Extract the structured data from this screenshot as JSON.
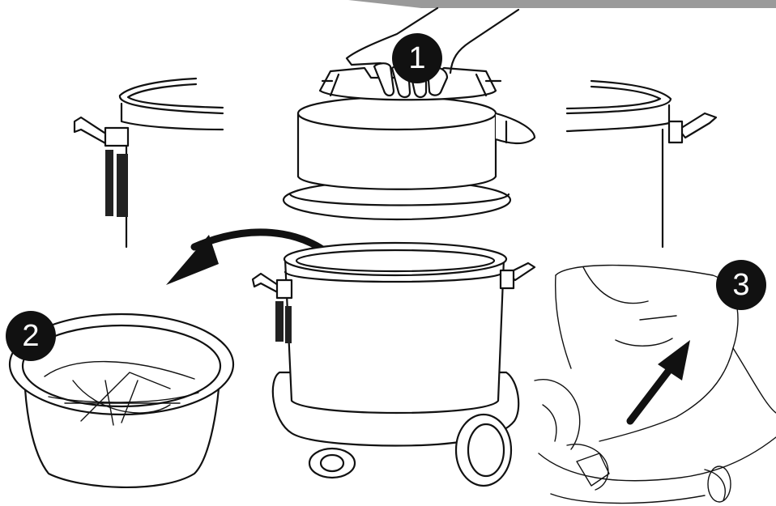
{
  "steps": [
    {
      "number": "1",
      "description_icon": "hand-lifting-motor-head-icon"
    },
    {
      "number": "2",
      "description_icon": "filter-basket-icon"
    },
    {
      "number": "3",
      "description_icon": "hand-removing-dust-bag-icon"
    }
  ],
  "colors": {
    "line": "#111111",
    "background": "#ffffff",
    "top_bar": "#9a9a9a",
    "badge": "#111111",
    "badge_text": "#ffffff"
  }
}
